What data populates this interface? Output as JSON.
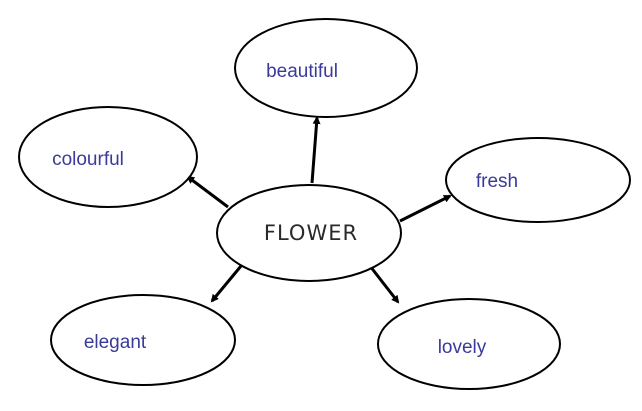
{
  "center": {
    "label": "FLOWER"
  },
  "nodes": [
    {
      "id": "beautiful",
      "label": "beautiful"
    },
    {
      "id": "colourful",
      "label": "colourful"
    },
    {
      "id": "fresh",
      "label": "fresh"
    },
    {
      "id": "elegant",
      "label": "elegant"
    },
    {
      "id": "lovely",
      "label": "lovely"
    }
  ],
  "colors": {
    "outline": "#000000",
    "center_text": "#2a2a2a",
    "leaf_text": "#3a3a9a",
    "arrow": "#000000"
  }
}
